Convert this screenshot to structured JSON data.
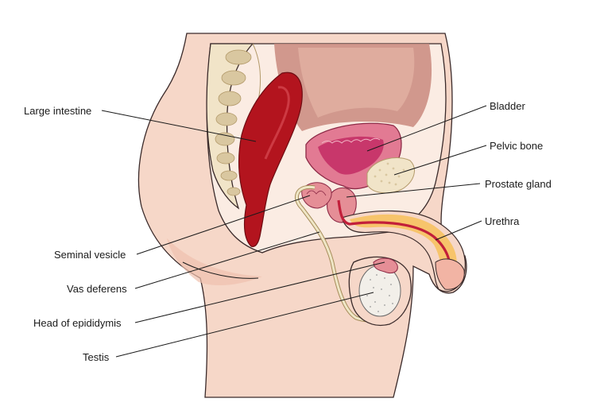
{
  "labels": {
    "large_intestine": "Large intestine",
    "bladder": "Bladder",
    "pelvic_bone": "Pelvic bone",
    "prostate_gland": "Prostate gland",
    "urethra": "Urethra",
    "seminal_vesicle": "Seminal vesicle",
    "vas_deferens": "Vas deferens",
    "head_of_epididymis": "Head of epididymis",
    "testis": "Testis"
  },
  "colors": {
    "skin": "#f6d7c8",
    "skin_shadow": "#efc0ae",
    "pelvic_cavity": "#fbece3",
    "cavity_deep": "#c98a7e",
    "bone": "#f1e4c8",
    "bone_texture": "#d9c7a0",
    "intestine": "#b3141e",
    "bladder_wall": "#e27a93",
    "bladder_lumen": "#c8376b",
    "prostate": "#e58e96",
    "urethra": "#c21f3a",
    "erectile_tissue": "#f7c46b",
    "testis": "#f2efe9",
    "vas_deferens": "#efe6c6",
    "leader_line": "#1a1a1a"
  }
}
